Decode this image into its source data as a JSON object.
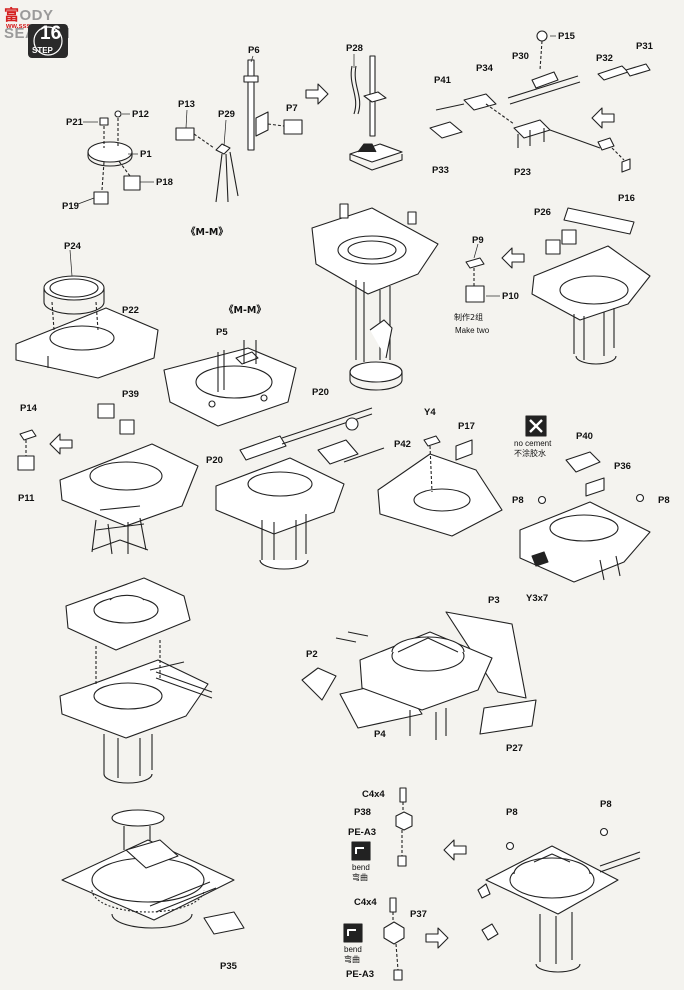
{
  "brand": {
    "red": "富",
    "text": "ODY SEARCH",
    "url": "ww.sss.com"
  },
  "step": {
    "number": "16",
    "word": "STEP"
  },
  "labels": {
    "P21": "P21",
    "P12": "P12",
    "P1": "P1",
    "P19": "P19",
    "P18": "P18",
    "P13": "P13",
    "P29": "P29",
    "P6": "P6",
    "P7": "P7",
    "P28": "P28",
    "P41": "P41",
    "P34": "P34",
    "P30": "P30",
    "P15": "P15",
    "P32": "P32",
    "P31": "P31",
    "P33": "P33",
    "P23": "P23",
    "P16": "P16",
    "mm1": "《M-M》",
    "mm2": "《M-M》",
    "P24": "P24",
    "P22": "P22",
    "P5": "P5",
    "P9": "P9",
    "P10": "P10",
    "make_two_cn": "制作2组",
    "make_two": "Make two",
    "P26": "P26",
    "P14": "P14",
    "P39": "P39",
    "P11": "P11",
    "P20a": "P20",
    "P20b": "P20",
    "Y4": "Y4",
    "P17": "P17",
    "P42": "P42",
    "no_cement": "no cement",
    "no_cement_cn": "不涂胶水",
    "P40": "P40",
    "P36": "P36",
    "P8a": "P8",
    "P8b": "P8",
    "Y3x7": "Y3x7",
    "P3": "P3",
    "P2": "P2",
    "P4": "P4",
    "P27": "P27",
    "C4x4a": "C4x4",
    "P38": "P38",
    "PEA3a": "PE-A3",
    "bend_a": "bend",
    "bend_cn_a": "弯曲",
    "C4x4b": "C4x4",
    "P37": "P37",
    "PEA3b": "PE-A3",
    "bend_b": "bend",
    "bend_cn_b": "弯曲",
    "P8c": "P8",
    "P8d": "P8",
    "P35": "P35"
  }
}
